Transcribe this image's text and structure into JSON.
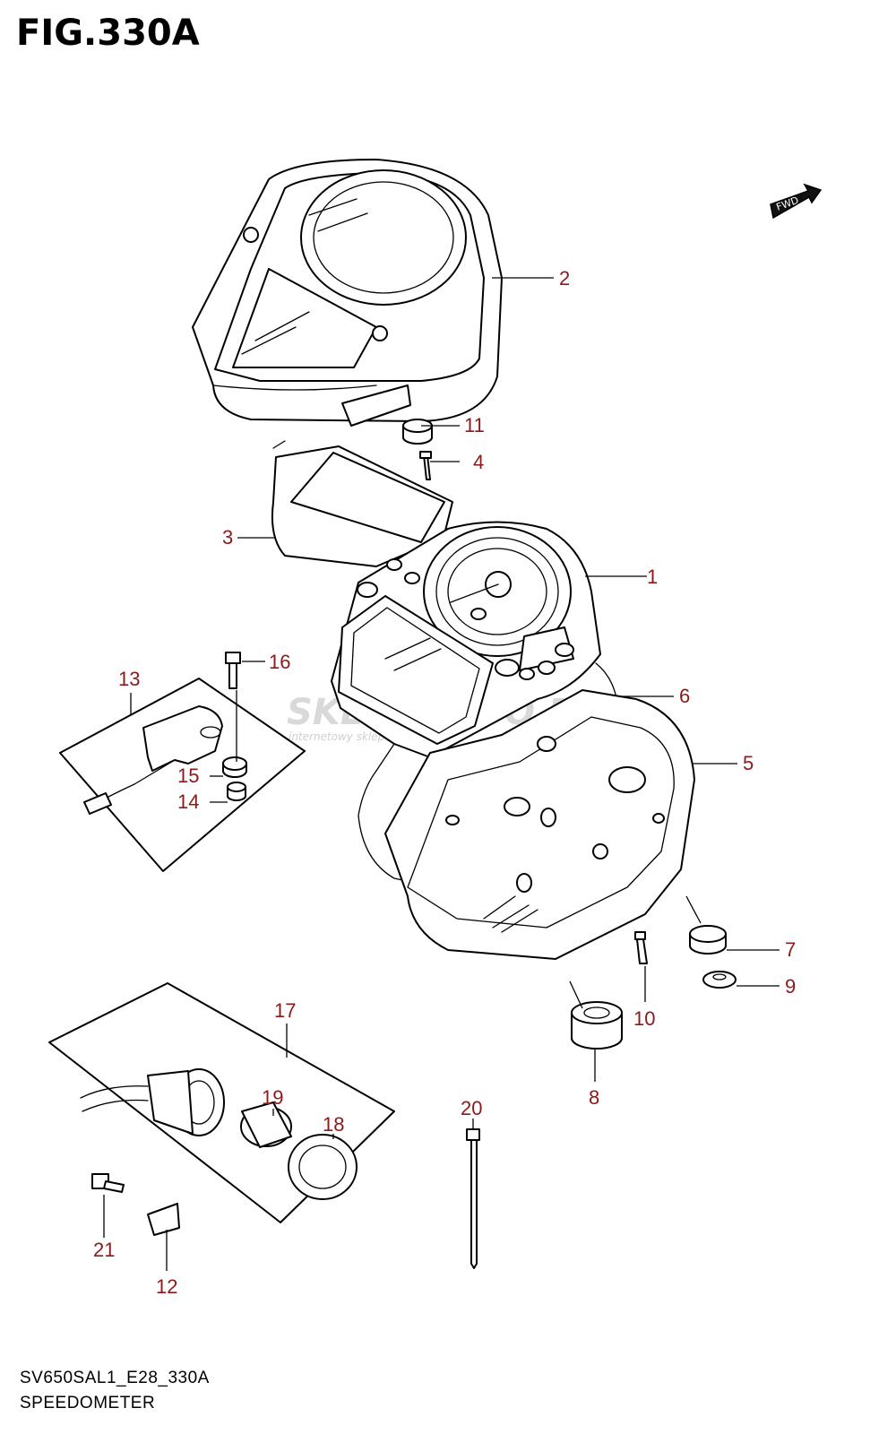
{
  "figure": {
    "title": "FIG.330A",
    "code": "SV650SAL1_E28_330A",
    "name": "SPEEDOMETER",
    "watermark": "SKLEPMOTO.PL",
    "watermark_sub": "internetowy sklep motocyklowy"
  },
  "fwd_label": "FWD",
  "callouts": [
    {
      "id": "1",
      "label": "1"
    },
    {
      "id": "2",
      "label": "2"
    },
    {
      "id": "3",
      "label": "3"
    },
    {
      "id": "4",
      "label": "4"
    },
    {
      "id": "5",
      "label": "5"
    },
    {
      "id": "6",
      "label": "6"
    },
    {
      "id": "7",
      "label": "7"
    },
    {
      "id": "8",
      "label": "8"
    },
    {
      "id": "9",
      "label": "9"
    },
    {
      "id": "10",
      "label": "10"
    },
    {
      "id": "11",
      "label": "11"
    },
    {
      "id": "12",
      "label": "12"
    },
    {
      "id": "13",
      "label": "13"
    },
    {
      "id": "14",
      "label": "14"
    },
    {
      "id": "15",
      "label": "15"
    },
    {
      "id": "16",
      "label": "16"
    },
    {
      "id": "17",
      "label": "17"
    },
    {
      "id": "18",
      "label": "18"
    },
    {
      "id": "19",
      "label": "19"
    },
    {
      "id": "20",
      "label": "20"
    },
    {
      "id": "21",
      "label": "21"
    }
  ],
  "colors": {
    "callout": "#8b1a1a",
    "line": "#000000",
    "watermark": "#d9d9d9"
  }
}
